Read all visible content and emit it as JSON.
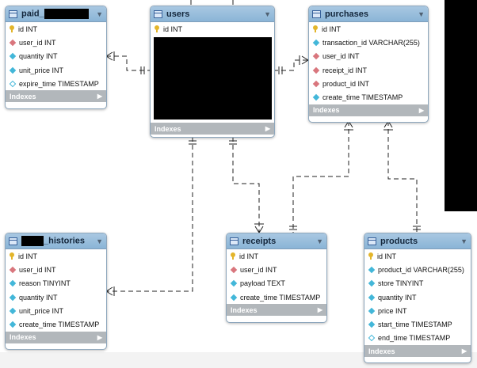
{
  "tables": {
    "paid": {
      "title": "paid_",
      "columns": [
        "id INT",
        "user_id INT",
        "quantity INT",
        "unit_price INT",
        "expire_time TIMESTAMP"
      ],
      "indexes_label": "Indexes"
    },
    "users": {
      "title": "users",
      "columns": [
        "id INT"
      ],
      "indexes_label": "Indexes"
    },
    "purchases": {
      "title": "purchases",
      "columns": [
        "id INT",
        "transaction_id VARCHAR(255)",
        "user_id INT",
        "receipt_id INT",
        "product_id INT",
        "create_time TIMESTAMP"
      ],
      "indexes_label": "Indexes"
    },
    "histories": {
      "title": "_histories",
      "columns": [
        "id INT",
        "user_id INT",
        "reason TINYINT",
        "quantity INT",
        "unit_price INT",
        "create_time TIMESTAMP"
      ],
      "indexes_label": "Indexes"
    },
    "receipts": {
      "title": "receipts",
      "columns": [
        "id INT",
        "user_id INT",
        "payload TEXT",
        "create_time TIMESTAMP"
      ],
      "indexes_label": "Indexes"
    },
    "products": {
      "title": "products",
      "columns": [
        "id INT",
        "product_id VARCHAR(255)",
        "store TINYINT",
        "quantity INT",
        "price INT",
        "start_time TIMESTAMP",
        "end_time TIMESTAMP"
      ],
      "indexes_label": "Indexes"
    }
  },
  "colors": {
    "header": "#8ab4d6",
    "indexes_bar": "#b2b7bb",
    "primary_key": "#e3b52a",
    "foreign_key": "#d9767d",
    "not_null": "#43b7d9"
  }
}
